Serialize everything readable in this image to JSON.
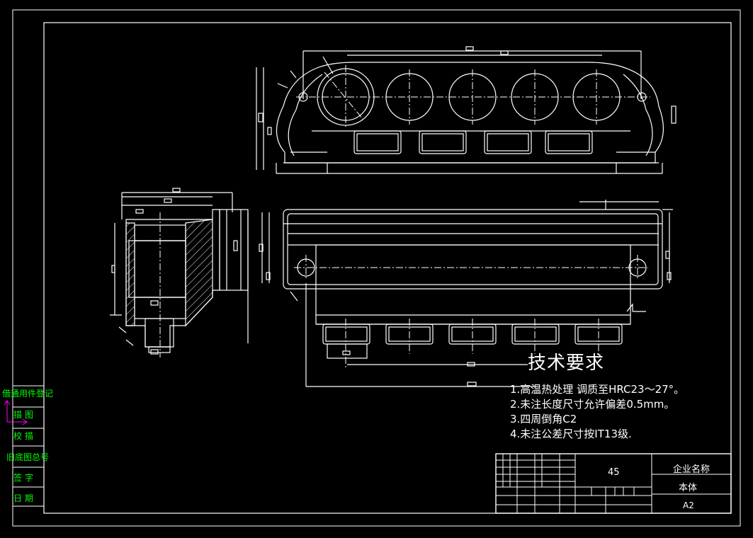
{
  "side_labels": [
    "借通用件登记",
    "描  图",
    "校  描",
    "旧底图总号",
    "签  字",
    "日  期"
  ],
  "tech": {
    "title": "技术要求",
    "lines": [
      "1.高温热处理 调质至HRC23～27°。",
      "2.未注长度尺寸允许偏差0.5mm。",
      "3.四周倒角C2",
      "4.未注公差尺寸按IT13级."
    ]
  },
  "title_block": {
    "material": "45",
    "company": "企业名称",
    "part_name": "本体",
    "sheet_size": "A2"
  },
  "colors": {
    "background": "#000000",
    "lines": "#ffffff",
    "side_labels": "#00ff00",
    "dimension_arrow": "#ff00ff"
  }
}
